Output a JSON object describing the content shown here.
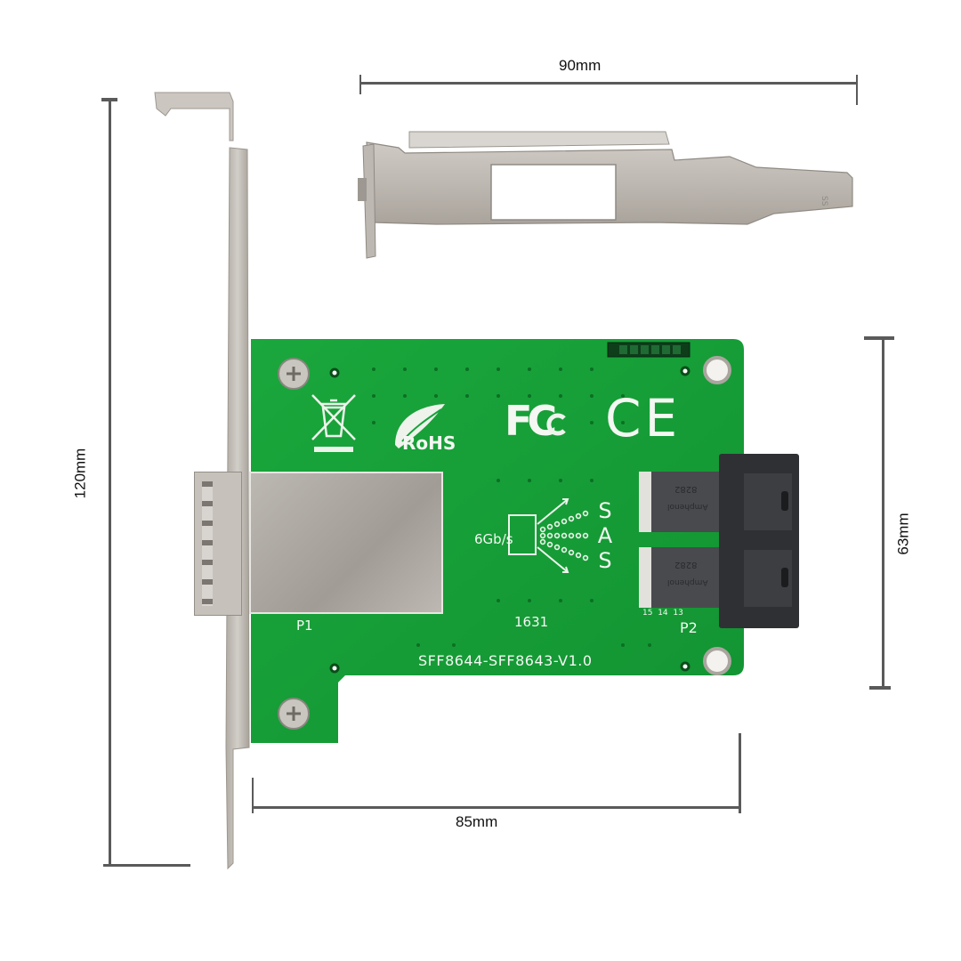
{
  "dimensions": {
    "width_bracket": "90mm",
    "height_total": "120mm",
    "board_width": "85mm",
    "board_height": "63mm"
  },
  "board": {
    "port1_label": "P1",
    "port2_label": "P2",
    "date_code": "1631",
    "model": "SFF8644-SFF8643-V1.0",
    "speed": "6Gb/s",
    "sas_letters": [
      "S",
      "A",
      "S"
    ],
    "certifications": {
      "rohs": "RoHS",
      "fcc": "FC",
      "ce": "CE"
    },
    "connector_brand": "Amphenol",
    "connector_code": "8282",
    "pin_labels": [
      "15",
      "14",
      "13"
    ]
  },
  "colors": {
    "pcb_green": "#17a33a",
    "bracket_silver": "#bdb8b0",
    "dimension_gray": "#5a5a5a",
    "connector_black": "#2a2b2e"
  }
}
